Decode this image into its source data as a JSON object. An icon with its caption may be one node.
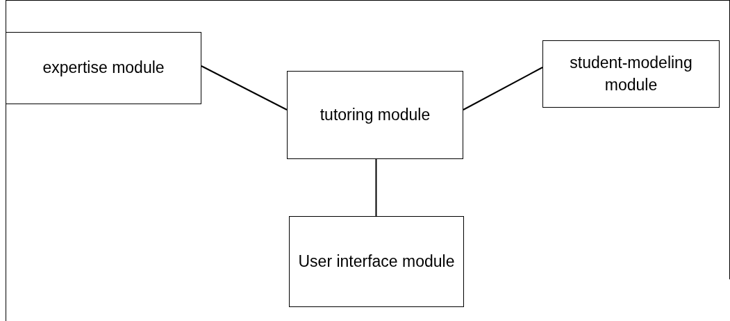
{
  "diagram": {
    "nodes": [
      {
        "text": [
          "expertise module"
        ]
      },
      {
        "text": [
          "tutoring module"
        ]
      },
      {
        "text": [
          "student-modeling module"
        ]
      },
      {
        "text": [
          "User interface module"
        ]
      }
    ],
    "edges": [
      {
        "from": 0,
        "to": 1,
        "arrow": "none"
      },
      {
        "from": 1,
        "to": 2,
        "arrow": "none"
      },
      {
        "from": 1,
        "to": 3,
        "arrow": "none"
      }
    ]
  }
}
